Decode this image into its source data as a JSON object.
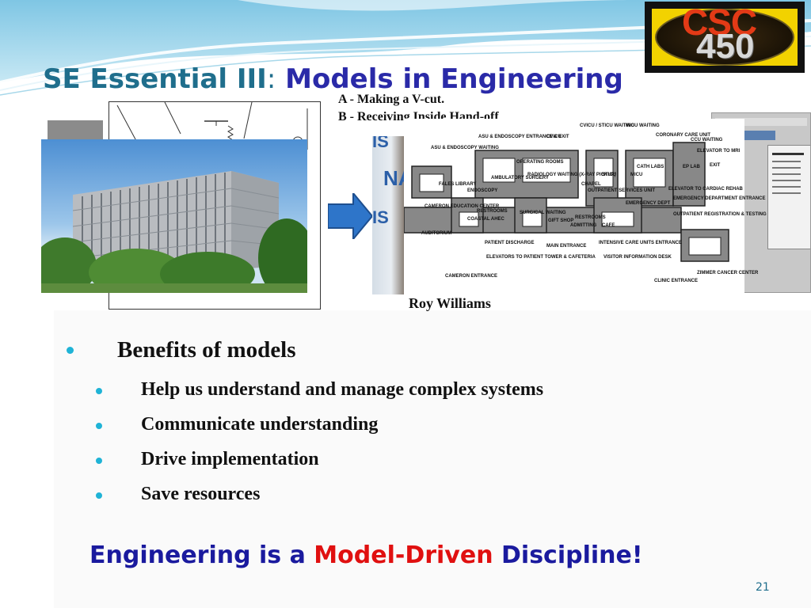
{
  "logo": {
    "text_top": "CSC",
    "text_bottom": "450"
  },
  "title": {
    "part1": "SE Essential III",
    "separator": ":",
    "part2": "Models in Engineering"
  },
  "captions": {
    "line_a": "A - Making a V-cut.",
    "line_b": "B - Receiving Inside Hand-off"
  },
  "photo": {
    "text1": "IS",
    "text2": "NA",
    "text3": "IS"
  },
  "photo_caption": "Roy Williams",
  "floorplan_labels": [
    "ASU & ENDOSCOPY ENTRANCE & EXIT",
    "CVICU / STICU WAITING",
    "MICU WAITING",
    "CORONARY CARE UNIT",
    "CCU WAITING",
    "ELEVATOR TO MRI",
    "ASU & ENDOSCOPY WAITING",
    "CVICU",
    "OPERATING ROOMS",
    "RADIOLOGY WAITING (X-RAY PICKUP)",
    "AMBULATORY SURGERY",
    "FALES LIBRARY",
    "ENDOSCOPY",
    "STICU",
    "MICU",
    "CATH LABS",
    "EP LAB",
    "EXIT",
    "CHAPEL",
    "OUTPATIENT SERVICES UNIT",
    "ELEVATOR TO CARDIAC REHAB",
    "CAMERON EDUCATION CENTER",
    "RESTROOMS",
    "COASTAL AHEC",
    "SURGICAL WAITING",
    "GIFT SHOP",
    "RESTROOMS",
    "ADMITTING",
    "CAFE",
    "EMERGENCY DEPT",
    "EMERGENCY DEPARTMENT ENTRANCE",
    "OUTPATIENT REGISTRATION & TESTING",
    "AUDITORIUM",
    "PATIENT DISCHARGE",
    "MAIN ENTRANCE",
    "INTENSIVE CARE UNITS ENTRANCE",
    "ELEVATORS TO PATIENT TOWER & CAFETERIA",
    "VISITOR INFORMATION DESK",
    "CAMERON ENTRANCE",
    "CLINIC ENTRANCE",
    "ZIMMER CANCER CENTER"
  ],
  "bullets": {
    "main": "Benefits of models",
    "subs": [
      "Help us understand and manage complex systems",
      "Communicate understanding",
      "Drive implementation",
      "Save resources"
    ]
  },
  "tagline": {
    "part1": "Engineering is a ",
    "part2": "Model-Driven",
    "part3": " Discipline!"
  },
  "page_number": "21",
  "colors": {
    "title_teal": "#1f6e8c",
    "title_blue": "#2a2aa8",
    "tagline_blue": "#1a1a9e",
    "tagline_red": "#e01010",
    "bullet_cyan": "#1fb3d6"
  }
}
